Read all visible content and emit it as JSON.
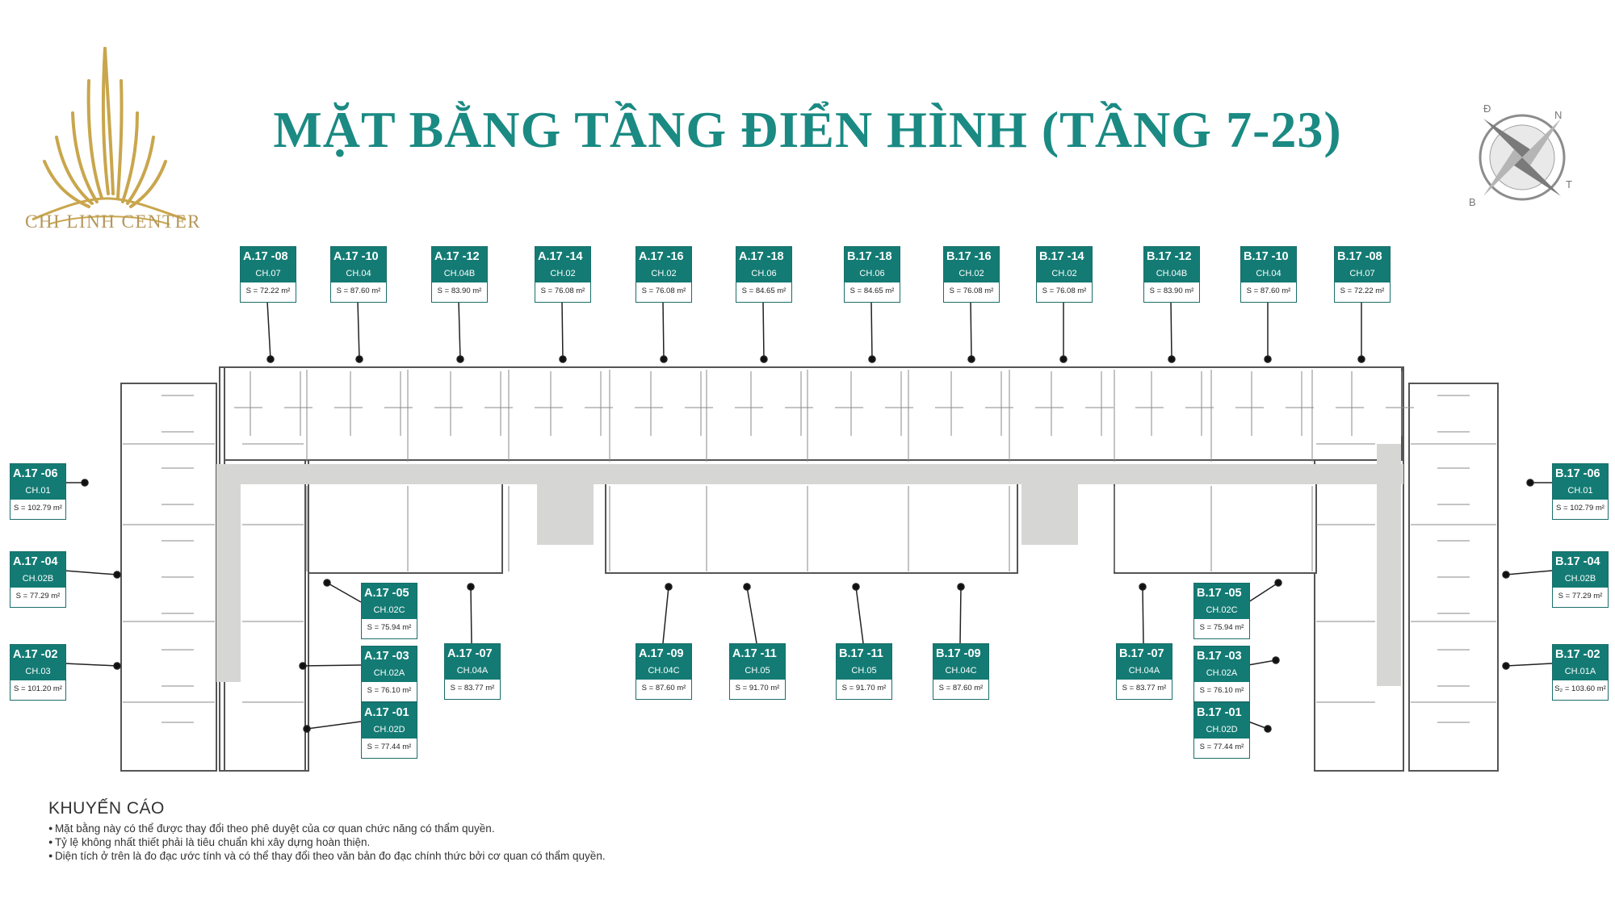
{
  "brand": {
    "name": "CHI LINH CENTER",
    "color": "#c9a64d"
  },
  "title": "MẶT BẰNG TẦNG ĐIỂN HÌNH (TẦNG 7-23)",
  "compass": {
    "letters": [
      "Đ",
      "N",
      "T",
      "B"
    ],
    "icon": "compass-rose-icon"
  },
  "colors": {
    "accent": "#1a8a83",
    "label_bg": "#137b74",
    "corridor": "#d6d6d4",
    "wall": "#555555"
  },
  "units": [
    {
      "code": "A.17 -08",
      "type": "CH.07",
      "area": "S = 72.22 m²"
    },
    {
      "code": "A.17 -10",
      "type": "CH.04",
      "area": "S = 87.60 m²"
    },
    {
      "code": "A.17 -12",
      "type": "CH.04B",
      "area": "S = 83.90 m²"
    },
    {
      "code": "A.17 -14",
      "type": "CH.02",
      "area": "S = 76.08 m²"
    },
    {
      "code": "A.17 -16",
      "type": "CH.02",
      "area": "S = 76.08 m²"
    },
    {
      "code": "A.17 -18",
      "type": "CH.06",
      "area": "S = 84.65 m²"
    },
    {
      "code": "B.17 -18",
      "type": "CH.06",
      "area": "S = 84.65 m²"
    },
    {
      "code": "B.17 -16",
      "type": "CH.02",
      "area": "S = 76.08 m²"
    },
    {
      "code": "B.17 -14",
      "type": "CH.02",
      "area": "S = 76.08 m²"
    },
    {
      "code": "B.17 -12",
      "type": "CH.04B",
      "area": "S = 83.90 m²"
    },
    {
      "code": "B.17 -10",
      "type": "CH.04",
      "area": "S = 87.60 m²"
    },
    {
      "code": "B.17 -08",
      "type": "CH.07",
      "area": "S = 72.22 m²"
    },
    {
      "code": "A.17 -06",
      "type": "CH.01",
      "area": "S = 102.79 m²"
    },
    {
      "code": "A.17 -04",
      "type": "CH.02B",
      "area": "S = 77.29 m²"
    },
    {
      "code": "A.17 -02",
      "type": "CH.03",
      "area": "S = 101.20 m²"
    },
    {
      "code": "B.17 -06",
      "type": "CH.01",
      "area": "S = 102.79 m²"
    },
    {
      "code": "B.17 -04",
      "type": "CH.02B",
      "area": "S = 77.29 m²"
    },
    {
      "code": "B.17 -02",
      "type": "CH.01A",
      "area": "S₂ = 103.60 m²"
    },
    {
      "code": "A.17 -05",
      "type": "CH.02C",
      "area": "S = 75.94 m²"
    },
    {
      "code": "A.17 -03",
      "type": "CH.02A",
      "area": "S = 76.10 m²"
    },
    {
      "code": "A.17 -01",
      "type": "CH.02D",
      "area": "S = 77.44 m²"
    },
    {
      "code": "A.17 -07",
      "type": "CH.04A",
      "area": "S = 83.77 m²"
    },
    {
      "code": "A.17 -09",
      "type": "CH.04C",
      "area": "S = 87.60 m²"
    },
    {
      "code": "A.17 -11",
      "type": "CH.05",
      "area": "S = 91.70 m²"
    },
    {
      "code": "B.17 -11",
      "type": "CH.05",
      "area": "S = 91.70 m²"
    },
    {
      "code": "B.17 -09",
      "type": "CH.04C",
      "area": "S = 87.60 m²"
    },
    {
      "code": "B.17 -07",
      "type": "CH.04A",
      "area": "S = 83.77 m²"
    },
    {
      "code": "B.17 -05",
      "type": "CH.02C",
      "area": "S = 75.94 m²"
    },
    {
      "code": "B.17 -03",
      "type": "CH.02A",
      "area": "S = 76.10 m²"
    },
    {
      "code": "B.17 -01",
      "type": "CH.02D",
      "area": "S = 77.44 m²"
    }
  ],
  "warning": {
    "title": "KHUYẾN CÁO",
    "lines": [
      "Mặt bằng này có thể được thay đổi theo phê duyệt của cơ quan chức năng có thẩm quyền.",
      "Tỷ lệ không nhất thiết phải là tiêu chuẩn khi xây dựng hoàn thiện.",
      "Diện tích ở trên là đo đạc ước tính và có thể thay đổi theo văn bản đo đạc chính thức bởi cơ quan có thẩm quyền."
    ]
  }
}
